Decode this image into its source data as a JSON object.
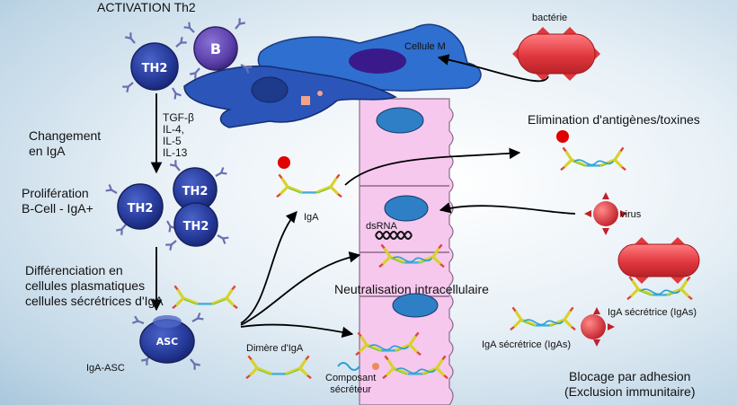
{
  "labels": {
    "activation": "ACTIVATION Th2",
    "cellule_m": "Cellule M",
    "bacterie": "bactérie",
    "changement": "Changement\nen IgA",
    "cytokines": "TGF-β\nIL-4,\nIL-5\nIL-13",
    "proliferation": "Prolifération\nB-Cell - IgA+",
    "differenciation": "Différenciation en\ncellules plasmatiques\ncellules sécrétrices d'IgA",
    "iga_asc": "IgA-ASC",
    "iga": "IgA",
    "dsrna": "dsRNA",
    "elimination": "Elimination d'antigènes/toxines",
    "virus": "virus",
    "neutralisation": "Neutralisation intracellulaire",
    "igas_right": "IgA sécrétrice (IgAs)",
    "igas_mid": "IgA sécrétrice (IgAs)",
    "dimere": "Dimère d'IgA",
    "composant": "Composant\nsécréteur",
    "blocage": "Blocage par adhesion\n(Exclusion immunitaire)"
  },
  "cells": {
    "th2": "TH2",
    "b": "B",
    "asc": "ASC"
  },
  "colors": {
    "dark_blue_cell": "#283c9c",
    "purple_cell": "#5b3fa8",
    "epithelium": "#f6c8ee",
    "nucleus": "#2f7fc6",
    "bacteria": "#e0383e",
    "antigen": "#e00000",
    "iga_yellow": "#e6e23a"
  }
}
